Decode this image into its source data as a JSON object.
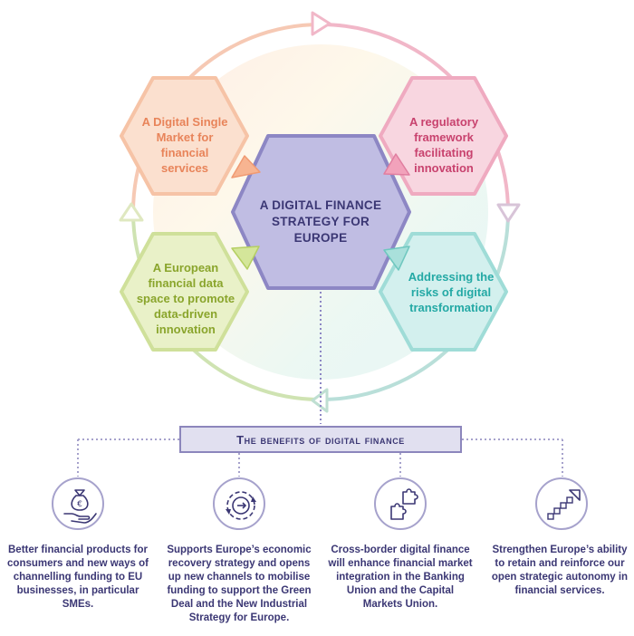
{
  "center": {
    "title": "A DIGITAL FINANCE STRATEGY FOR EUROPE"
  },
  "hexagons": [
    {
      "id": "single-market",
      "label": "A Digital Single Market for financial services",
      "color": "#e8845a",
      "fill": "#fbe0cf",
      "stroke": "#f6c3a6"
    },
    {
      "id": "regulatory",
      "label": "A regulatory framework facilitating innovation",
      "color": "#c8426e",
      "fill": "#f8d6e0",
      "stroke": "#efaac0"
    },
    {
      "id": "data-space",
      "label": "A European financial data space to promote data-driven innovation",
      "color": "#8aa52c",
      "fill": "#e9f1c8",
      "stroke": "#cfe09a"
    },
    {
      "id": "risks",
      "label": "Addressing the risks of digital transformation",
      "color": "#24a9a5",
      "fill": "#d3f0ee",
      "stroke": "#9fdcd7"
    }
  ],
  "benefits": {
    "title": "The benefits of digital finance",
    "items": [
      {
        "icon": "money-bag-hand-icon",
        "text": "Better financial products for consumers and new ways of channelling funding to EU businesses, in particular SMEs."
      },
      {
        "icon": "circular-arrows-icon",
        "text": "Supports Europe’s economic recovery strategy and opens up new channels to mobilise funding to support the Green Deal and the New Industrial Strategy for Europe."
      },
      {
        "icon": "puzzle-pieces-icon",
        "text": "Cross-border digital finance will enhance financial market integration in the Banking Union and the Capital Markets Union."
      },
      {
        "icon": "growth-arrow-icon",
        "text": "Strengthen Europe’s ability to retain and reinforce our open strategic autonomy in financial services."
      }
    ]
  },
  "colors": {
    "navy": "#3b3774",
    "center_fill": "#c0bde3",
    "center_stroke": "#8d87c4",
    "icon_stroke": "#a6a2cc"
  }
}
